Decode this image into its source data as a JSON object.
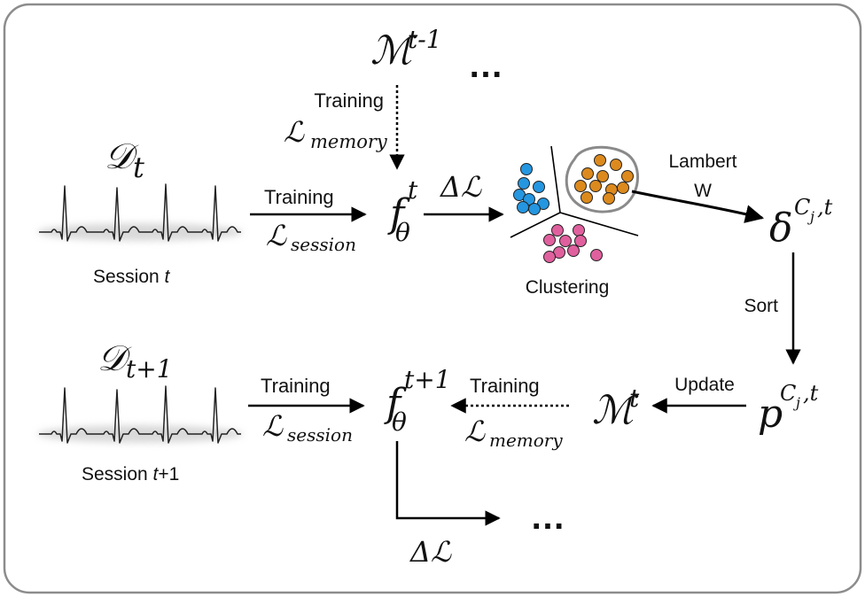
{
  "top": {
    "memory_symbol": "ℳ",
    "memory_superscript": "t-1",
    "ellipsis": "…",
    "training_label": "Training",
    "loss_symbol": "ℒ",
    "loss_subscript": "memory"
  },
  "session_t": {
    "data_symbol": "𝒟",
    "data_subscript": "t",
    "caption_prefix": "Session ",
    "caption_var": "t",
    "training_label": "Training",
    "loss_symbol": "ℒ",
    "loss_subscript": "session",
    "model_symbol": "f",
    "model_superscript": "t",
    "model_subscript": "θ"
  },
  "clustering": {
    "delta_symbol": "Δ",
    "loss_symbol": "ℒ",
    "label": "Clustering",
    "lambert_line1": "Lambert",
    "lambert_line2": "W",
    "delta_output_base": "δ",
    "delta_output_super_c": "C",
    "delta_output_super_j": "j",
    "delta_output_super_t": ",t",
    "cluster_colors": {
      "blue": "#2596e0",
      "orange": "#dc8a1e",
      "pink": "#e0609e"
    }
  },
  "sort_label": "Sort",
  "update": {
    "label": "Update",
    "p_base": "p",
    "p_super_c": "C",
    "p_super_j": "j",
    "p_super_t": ",t",
    "memory_symbol": "ℳ",
    "memory_superscript": "t"
  },
  "session_t1": {
    "data_symbol": "𝒟",
    "data_subscript": "t+1",
    "caption_prefix": "Session ",
    "caption_var": "t",
    "caption_suffix": "+1",
    "training_label": "Training",
    "loss_symbol": "ℒ",
    "loss_subscript": "session",
    "model_symbol": "f",
    "model_superscript": "t+1",
    "model_subscript": "θ",
    "memory_training_label": "Training",
    "memory_loss_symbol": "ℒ",
    "memory_loss_subscript": "memory"
  },
  "bottom": {
    "delta_symbol": "Δ",
    "loss_symbol": "ℒ",
    "ellipsis": "…"
  }
}
